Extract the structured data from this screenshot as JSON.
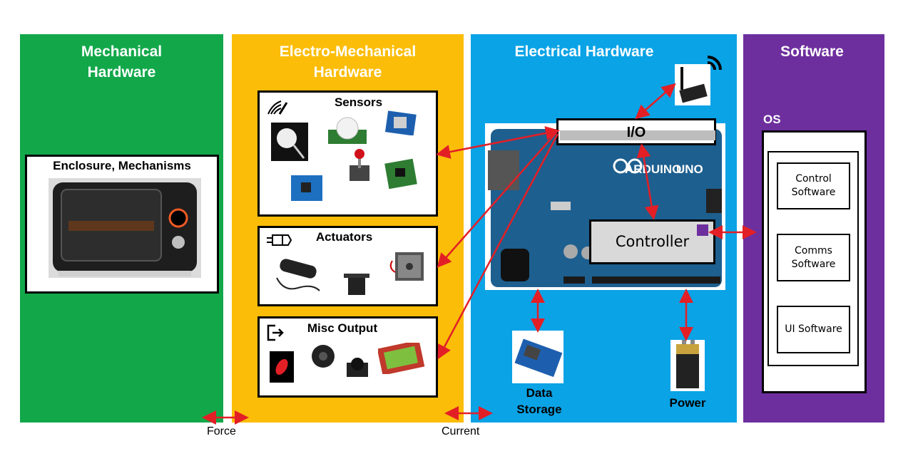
{
  "columns": {
    "mechanical": {
      "title": "Mechanical Hardware",
      "color": "#12a84a"
    },
    "electro_mechanical": {
      "title": "Electro-Mechanical Hardware",
      "color": "#fbbd08"
    },
    "electrical": {
      "title": "Electrical Hardware",
      "color": "#0aa3e6"
    },
    "software": {
      "title": "Software",
      "color": "#6d2f9e"
    }
  },
  "mechanical": {
    "box_title": "Enclosure, Mechanisms"
  },
  "electro": {
    "sensors": "Sensors",
    "actuators": "Actuators",
    "misc_output": "Misc Output"
  },
  "electrical": {
    "io": "I/O",
    "controller": "Controller",
    "board_brand": "ARDUINO",
    "board_model": "UNO",
    "data_storage": "Data Storage",
    "power": "Power"
  },
  "software": {
    "os": "OS",
    "control": "Control Software",
    "comms": "Comms Software",
    "ui": "UI Software"
  },
  "interfaces": {
    "force": "Force",
    "current": "Current"
  },
  "arrow_color": "#e31f26"
}
